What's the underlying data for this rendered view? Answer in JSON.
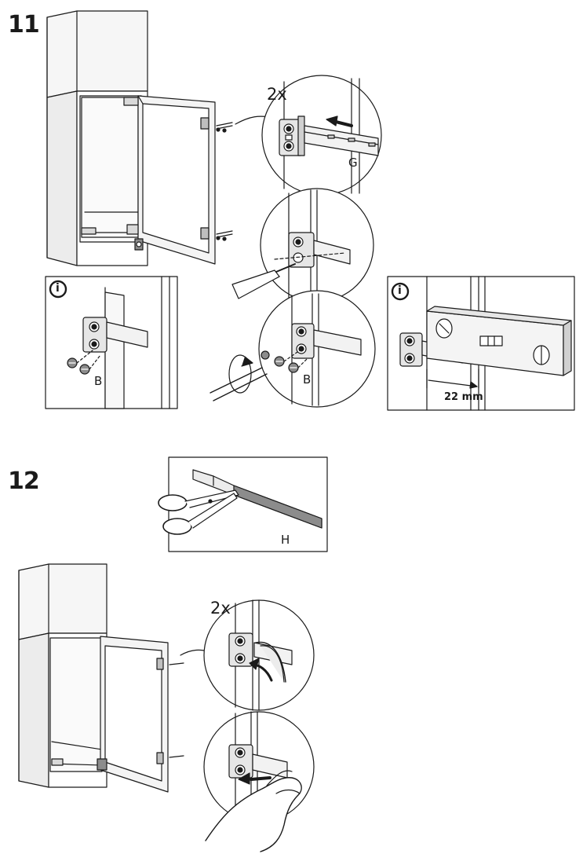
{
  "step11": {
    "number": "11",
    "count_label": "2x",
    "part_g": "G",
    "part_b_left": "B",
    "part_b_right": "B",
    "info_icon_glyph": "i",
    "measure": "22 mm"
  },
  "step12": {
    "number": "12",
    "part_h": "H",
    "count_label": "2x"
  },
  "colors": {
    "line": "#1a1a1a",
    "fill_light": "#f2f2f2",
    "fill_mid": "#d9d9d9",
    "fill_dark": "#8c8c8c"
  },
  "icons": [
    "info-icon",
    "screwdriver-icon",
    "scissors-icon",
    "hand-icon",
    "spirit-level-icon",
    "rotation-arrow-icon"
  ]
}
